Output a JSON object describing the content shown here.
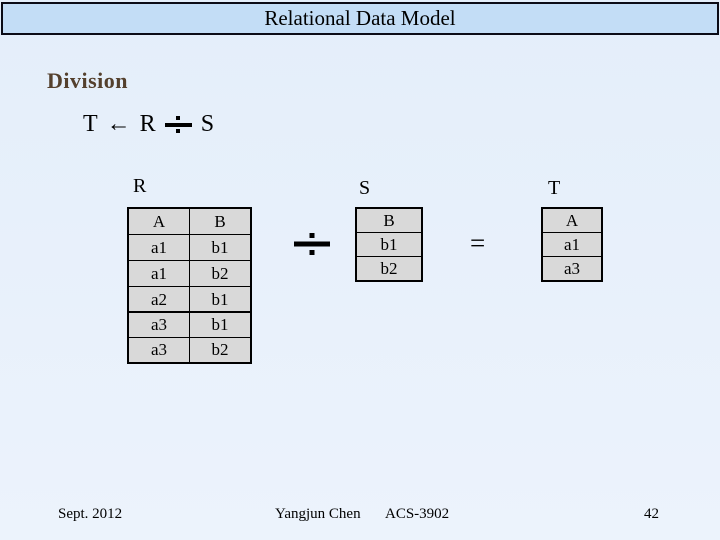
{
  "slide": {
    "title": "Relational Data Model",
    "heading": "Division",
    "formula": {
      "target": "T",
      "arrow": "←",
      "operand_left": "R",
      "operator": "÷",
      "operand_right": "S"
    },
    "footer": {
      "date": "Sept. 2012",
      "author": "Yangjun Chen",
      "course": "ACS-3902",
      "page": "42"
    }
  },
  "operators": {
    "division": "÷",
    "equals": "="
  },
  "relations": {
    "r": {
      "label": "R",
      "headers": [
        "A",
        "B"
      ],
      "rows_upper": [
        [
          "a1",
          "b1"
        ],
        [
          "a1",
          "b2"
        ],
        [
          "a2",
          "b1"
        ]
      ],
      "rows_lower": [
        [
          "a3",
          "b1"
        ],
        [
          "a3",
          "b2"
        ]
      ]
    },
    "s": {
      "label": "S",
      "headers": [
        "B"
      ],
      "rows": [
        [
          "b1"
        ],
        [
          "b2"
        ]
      ]
    },
    "t": {
      "label": "T",
      "headers": [
        "A"
      ],
      "rows": [
        [
          "a1"
        ],
        [
          "a3"
        ]
      ]
    }
  },
  "colors": {
    "title_bar_bg": "#c3ddf6",
    "bg_top": "#e4eefa",
    "bg_bottom": "#ecf3fc",
    "cell_bg": "#d9d9d9",
    "heading": "#54402d",
    "border_dark": "#0b0b16"
  }
}
